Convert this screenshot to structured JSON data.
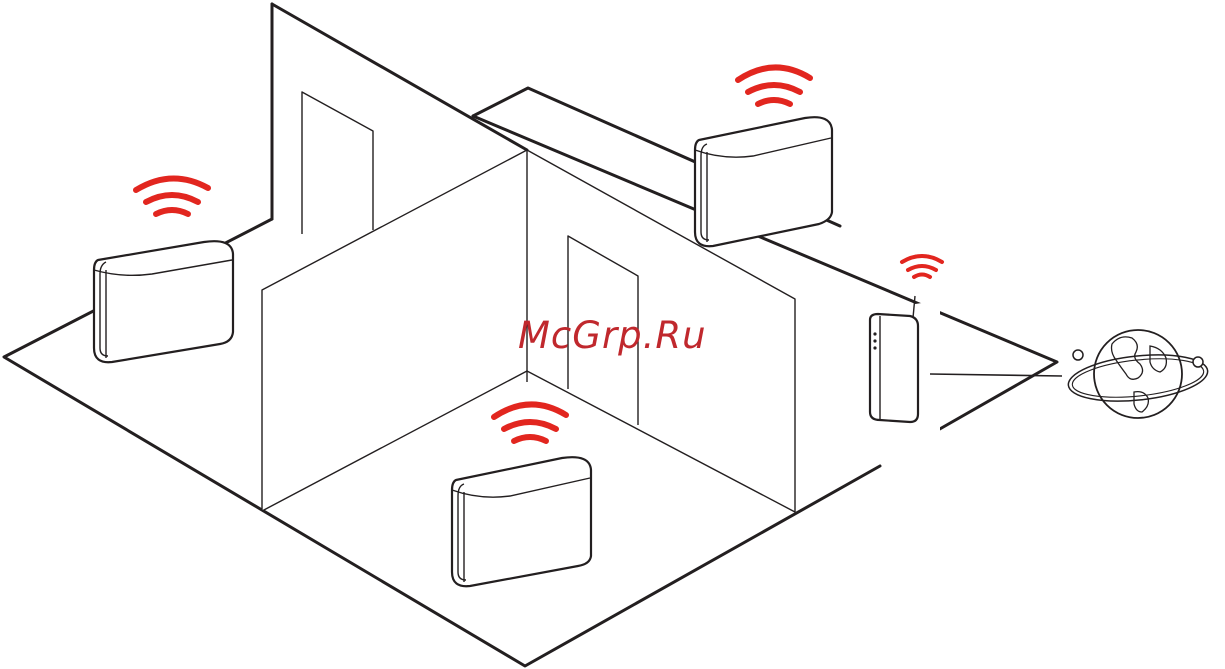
{
  "watermark": {
    "text": "McGrp.Ru",
    "color": "#c0282d"
  },
  "colors": {
    "line": "#231f20",
    "signal": "#e2261f",
    "background": "#ffffff"
  },
  "devices": [
    {
      "name": "wireless-speaker-left",
      "icon": "speaker-icon"
    },
    {
      "name": "wireless-speaker-back",
      "icon": "speaker-icon"
    },
    {
      "name": "wireless-speaker-front",
      "icon": "speaker-icon"
    },
    {
      "name": "wireless-router",
      "icon": "router-icon"
    },
    {
      "name": "internet-globe",
      "icon": "globe-icon"
    }
  ]
}
